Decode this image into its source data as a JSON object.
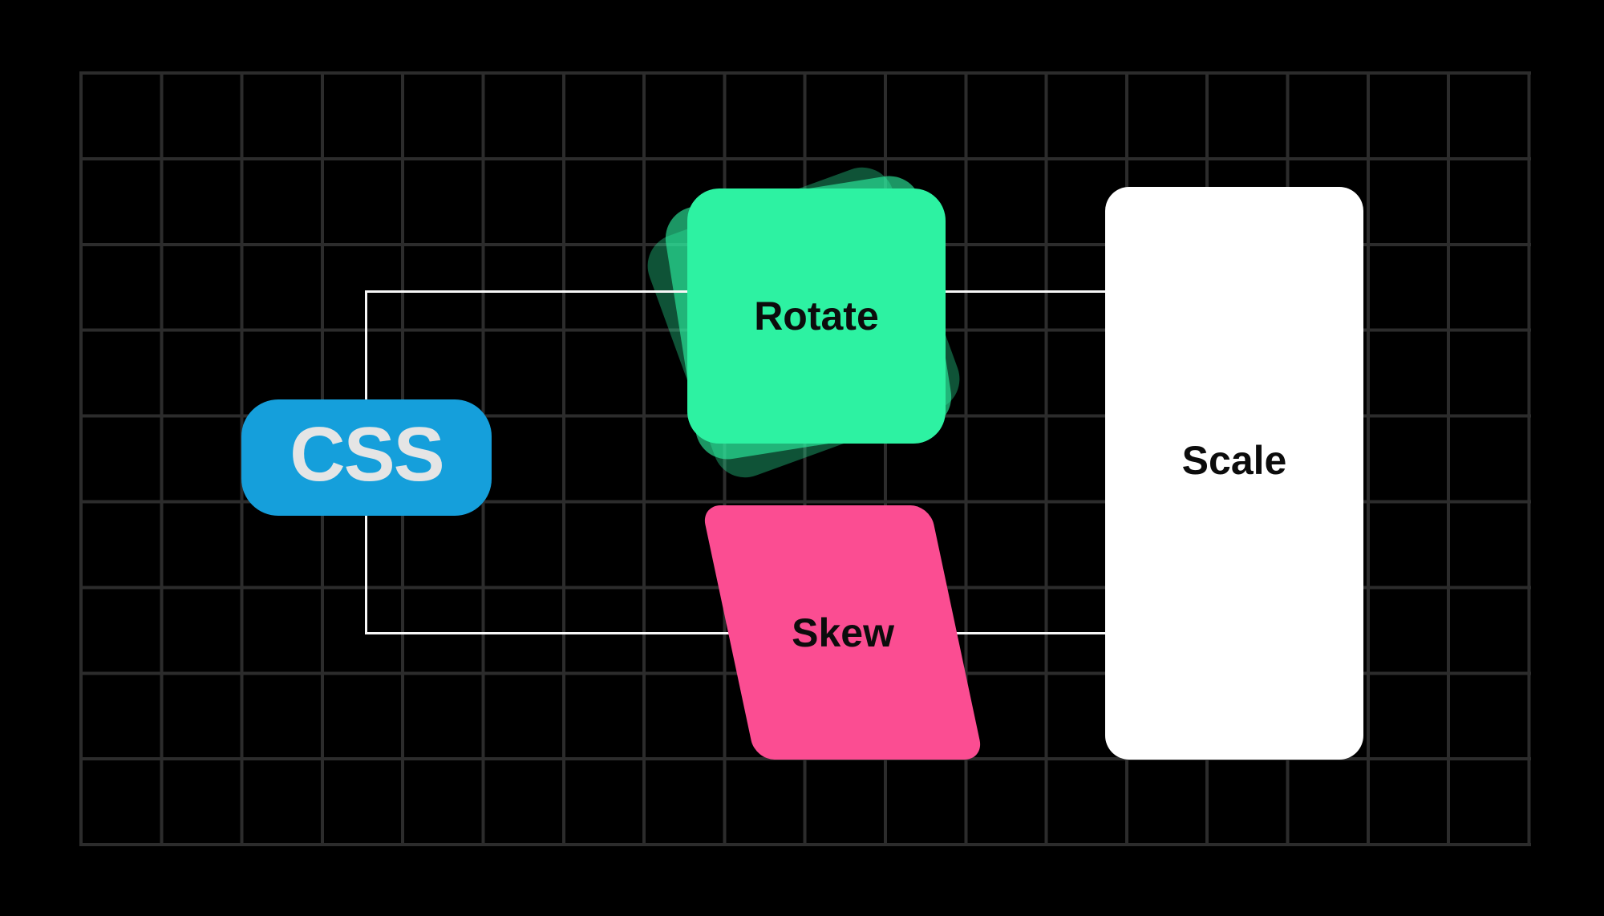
{
  "theme": {
    "bg": "#000000",
    "grid-line": "#2c2c2c",
    "line": "#f7f7f7",
    "blue": "#159fdb",
    "green": "#2df2a2",
    "pink": "#fb4d92",
    "white-card": "#ffffff",
    "label-dark": "#0c0c0c",
    "css-text": "#e5e5e5"
  },
  "diagram": {
    "source": {
      "label": "CSS"
    },
    "transforms": {
      "rotate": {
        "label": "Rotate"
      },
      "skew": {
        "label": "Skew"
      },
      "scale": {
        "label": "Scale"
      }
    }
  }
}
